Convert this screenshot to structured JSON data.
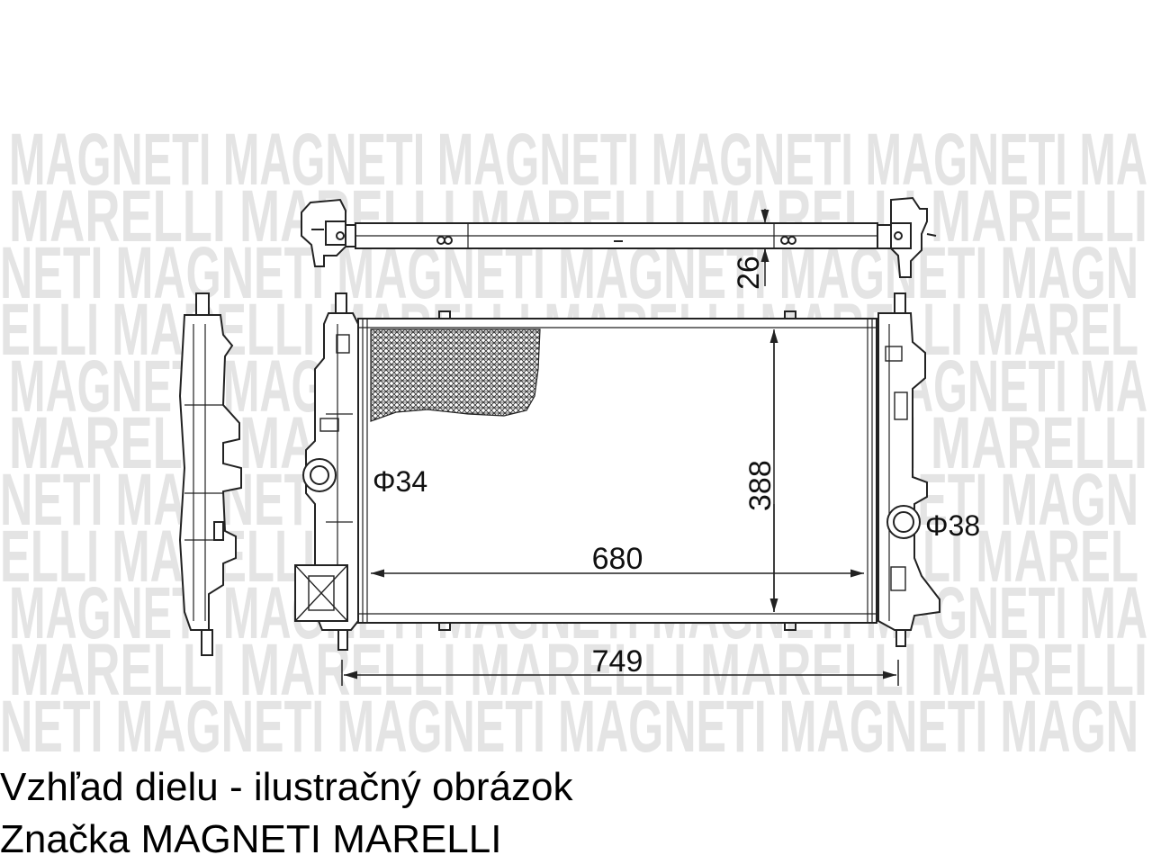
{
  "drawing": {
    "watermark_rows": [
      "MAGNETI MAGNETI MAGNETI MAGNETI MAGNETI MA",
      "MARELLI MARELLI MARELLI MARELLI MARELLI",
      "NETI MAGNETI MAGNETI MAGNETI MAGNETI MAGN",
      "ELLI MARELLI MARELLI MARELLI MARELLI MAREL",
      "MAGNETI MAGNETI MAGNETI MAGNETI MAGNETI MA",
      "MARELLI MARELLI MARELLI MARELLI MARELLI",
      "NETI MAGNETI MAGNETI MAGNETI MAGNETI MAGN",
      "ELLI MARELLI MARELLI MARELLI MARELLI MAREL",
      "MAGNETI MAGNETI MAGNETI MAGNETI MAGNETI MA",
      "MARELLI MARELLI MARELLI MARELLI MARELLI",
      "NETI MAGNETI MAGNETI MAGNETI MAGNETI MAGN"
    ],
    "dimensions": {
      "depth": "26",
      "inlet_diameter": "Φ34",
      "height": "388",
      "outlet_diameter": "Φ38",
      "core_width": "680",
      "overall_width": "749"
    }
  },
  "captions": {
    "line1": "Vzhľad dielu - ilustračný obrázok",
    "line2": "Značka MAGNETI MARELLI"
  }
}
